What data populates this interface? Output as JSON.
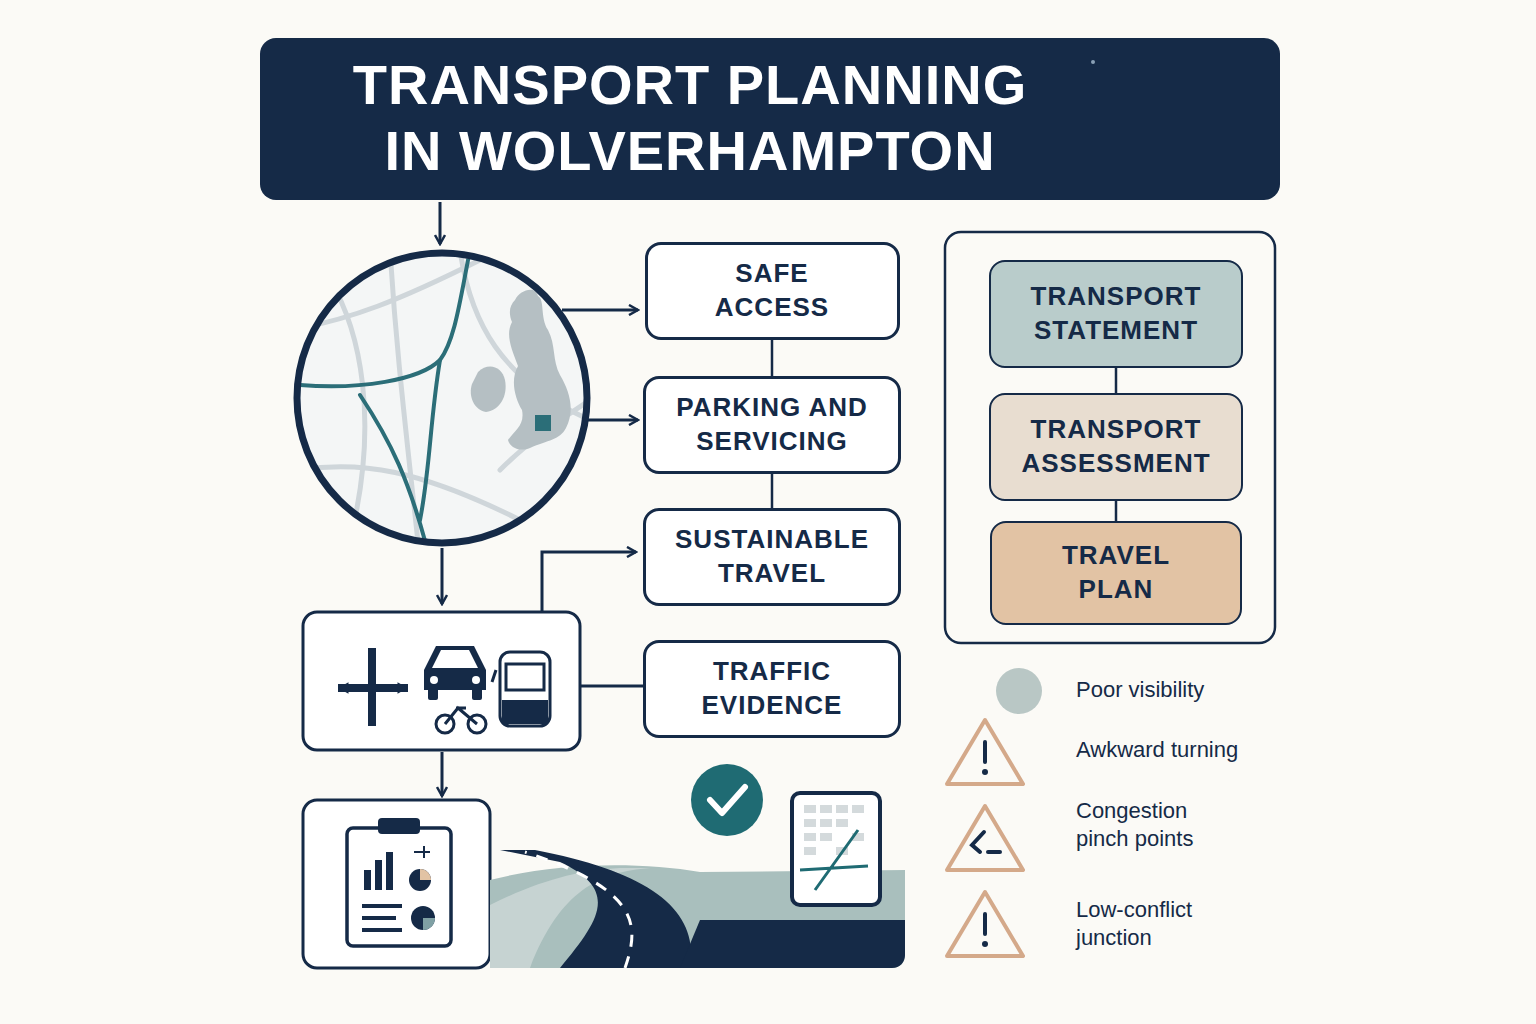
{
  "diagram": {
    "title": "TRANSPORT PLANNING IN WOLVERHAMPTON",
    "nodes": [
      {
        "text": [
          "SAFE ACCESS"
        ]
      },
      {
        "text": [
          "PARKING AND SERVICING"
        ]
      },
      {
        "text": [
          "SUSTAINABLE TRAVEL"
        ]
      },
      {
        "text": [
          "TRAFFIC EVIDENCE"
        ]
      },
      {
        "text": [
          "TRANSPORT STATEMENT"
        ]
      },
      {
        "text": [
          "TRANSPORT ASSESSMENT"
        ]
      },
      {
        "text": [
          "TRAVEL PLAN"
        ]
      }
    ],
    "edges": [
      {
        "from": 0,
        "to": 1,
        "arrow": "none"
      },
      {
        "from": 1,
        "to": 2,
        "arrow": "none"
      },
      {
        "from": 4,
        "to": 5,
        "arrow": "none"
      },
      {
        "from": 5,
        "to": 6,
        "arrow": "none"
      }
    ],
    "legend": [
      {
        "text": "Poor visibility",
        "color": "#b9c7c5"
      },
      {
        "text": "Awkward turning"
      },
      {
        "text": "Congestion pinch points"
      },
      {
        "text": "Low-conflict junction"
      }
    ]
  }
}
